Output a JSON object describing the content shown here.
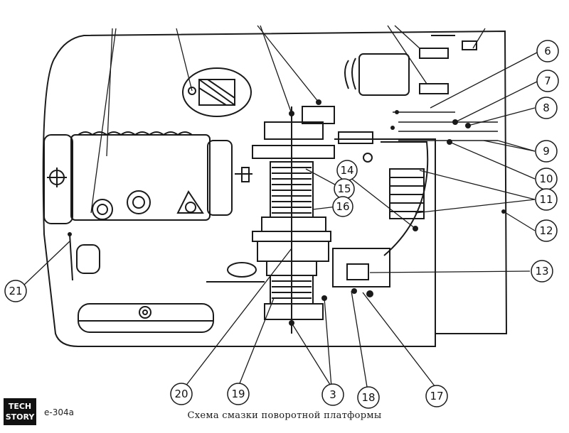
{
  "caption": "Схема смазки поворотной платформы",
  "figure_code": "е-304а",
  "logo": {
    "line1": "TECH",
    "line2": "STORY"
  },
  "callouts": [
    {
      "id": "c6",
      "text": "6"
    },
    {
      "id": "c7",
      "text": "7"
    },
    {
      "id": "c8",
      "text": "8"
    },
    {
      "id": "c9",
      "text": "9"
    },
    {
      "id": "c10",
      "text": "10"
    },
    {
      "id": "c11",
      "text": "11"
    },
    {
      "id": "c12",
      "text": "12"
    },
    {
      "id": "c13",
      "text": "13"
    },
    {
      "id": "c14",
      "text": "14"
    },
    {
      "id": "c15",
      "text": "15"
    },
    {
      "id": "c16",
      "text": "16"
    },
    {
      "id": "c17",
      "text": "17"
    },
    {
      "id": "c18",
      "text": "18"
    },
    {
      "id": "c19",
      "text": "19"
    },
    {
      "id": "c20",
      "text": "20"
    },
    {
      "id": "c21",
      "text": "21"
    },
    {
      "id": "c3",
      "text": "3"
    }
  ]
}
